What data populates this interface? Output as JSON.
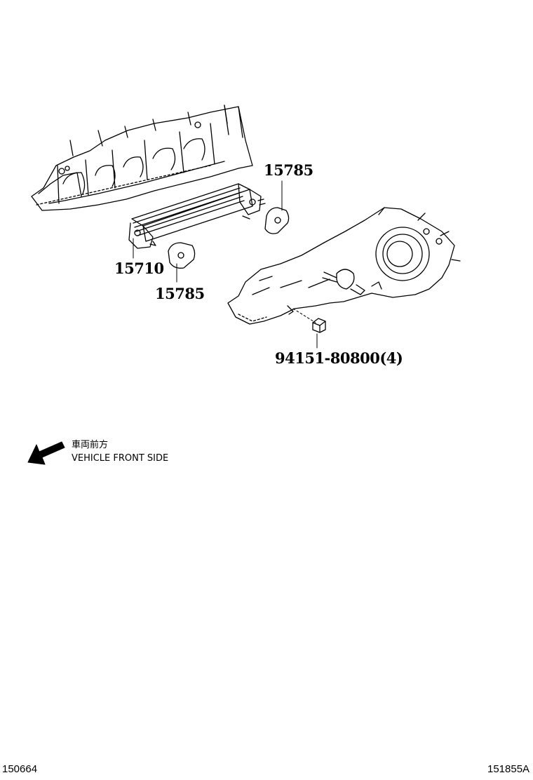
{
  "parts": {
    "gasket_upper": "15785",
    "oil_cooler": "15710",
    "gasket_lower": "15785",
    "nut": "94151-80800(4)"
  },
  "legend": {
    "japanese": "車両前方",
    "english": "VEHICLE FRONT SIDE"
  },
  "footer": {
    "left_id": "150664",
    "right_id": "151855A"
  },
  "icons": {
    "front_arrow": "arrow-down-left-icon"
  }
}
